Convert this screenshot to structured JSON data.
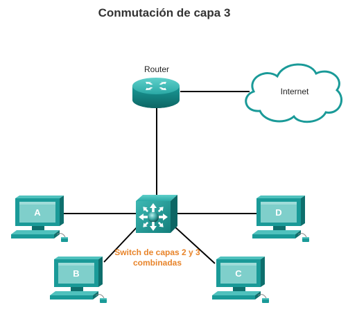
{
  "title": "Conmutación de capa 3",
  "router_label": "Router",
  "internet_label": "Internet",
  "switch_label_line1": "Switch de capas 2 y 3",
  "switch_label_line2": "combinadas",
  "pcs": {
    "a": "A",
    "b": "B",
    "c": "C",
    "d": "D"
  },
  "colors": {
    "device_teal": "#1a9a98",
    "device_dark": "#0e6f6d",
    "device_light": "#4fc1bd",
    "screen": "#7fcfcb",
    "switch_label": "#e8842a",
    "cloud_stroke": "#1a9a98"
  }
}
